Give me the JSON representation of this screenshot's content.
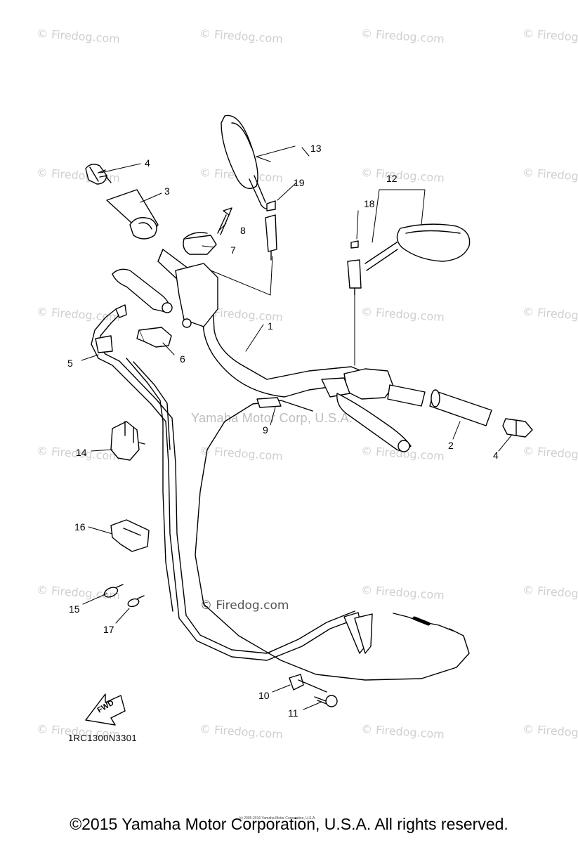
{
  "watermarks": {
    "site": "© Firedog.com",
    "center": "© Firedog.com",
    "corp": "Yamaha Motor Corp, U.S.A."
  },
  "callouts": {
    "c1": "1",
    "c2": "2",
    "c3": "3",
    "c4a": "4",
    "c4b": "4",
    "c5": "5",
    "c6": "6",
    "c7": "7",
    "c8": "8",
    "c9": "9",
    "c10": "10",
    "c11": "11",
    "c12": "12",
    "c13": "13",
    "c14": "14",
    "c15": "15",
    "c16": "16",
    "c17": "17",
    "c18": "18",
    "c19": "19"
  },
  "fwd_label": "FWD",
  "diagram_code": "1RC1300N3301",
  "fine_print": "(c) 2005-2016 Yamaha Motor Corporation, U.S.A.",
  "footer": "©2015 Yamaha Motor Corporation, U.S.A. All rights reserved."
}
